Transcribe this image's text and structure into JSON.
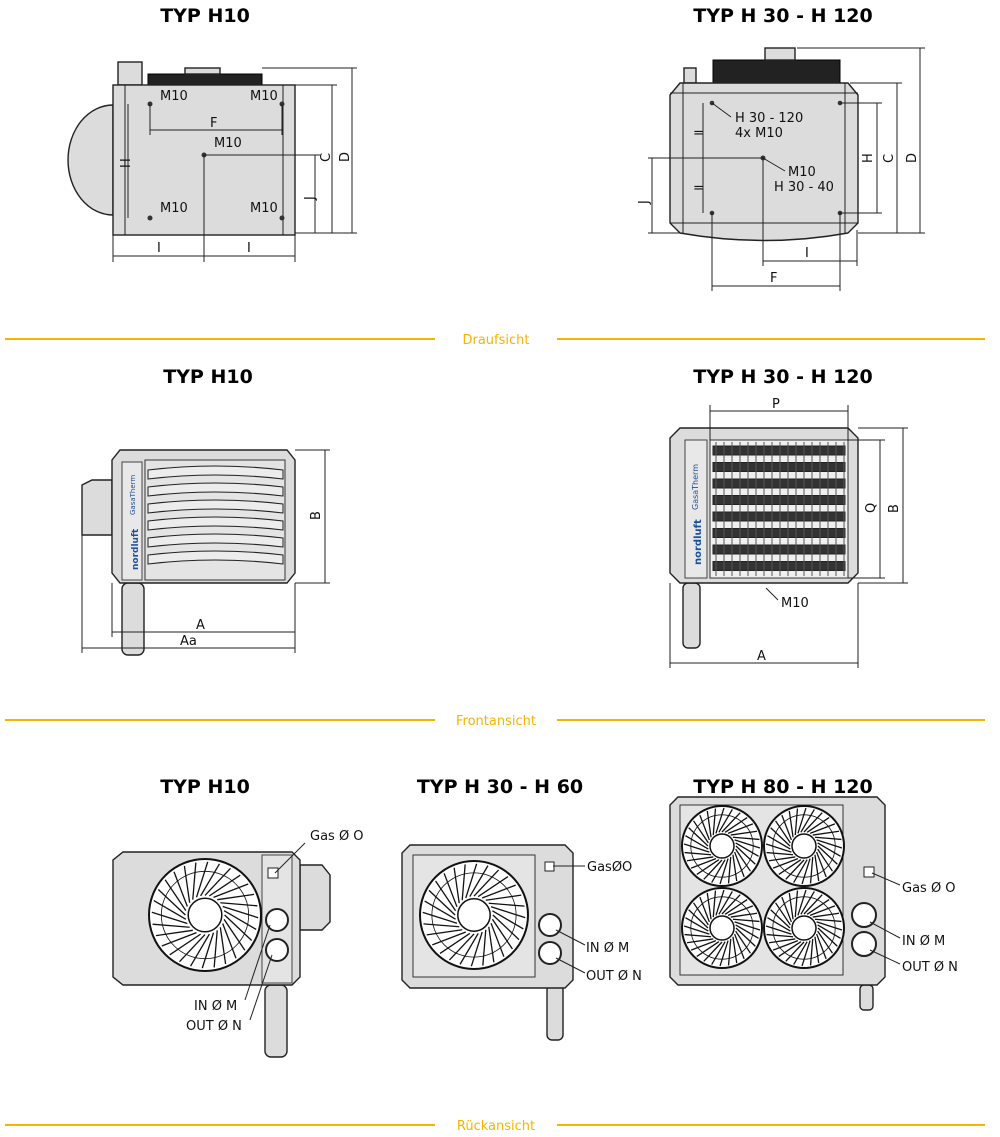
{
  "colors": {
    "accent": "#f5b400",
    "housing": "#dcdcdc",
    "line": "#222222"
  },
  "sections": {
    "top_view": {
      "label": "Draufsicht",
      "left": {
        "title": "TYP H10",
        "labels": {
          "m10": "M10",
          "f": "F",
          "h": "H",
          "i": "I",
          "j": "J",
          "c": "C",
          "d": "D"
        }
      },
      "right": {
        "title": "TYP H 30 - H 120",
        "labels": {
          "h30_120": "H 30 - 120",
          "m10x4": "4x M10",
          "m10": "M10",
          "h30_40": "H 30 - 40",
          "eq": "=",
          "h": "H",
          "c": "C",
          "d": "D",
          "j": "J",
          "i": "I",
          "f": "F"
        }
      }
    },
    "front_view": {
      "label": "Frontansicht",
      "left": {
        "title": "TYP H10",
        "labels": {
          "b": "B",
          "a": "A",
          "aa": "Aa",
          "brand": "nordluft",
          "product": "GasaTherm"
        }
      },
      "right": {
        "title": "TYP H 30 - H 120",
        "labels": {
          "p": "P",
          "q": "Q",
          "b": "B",
          "a": "A",
          "m10": "M10",
          "brand": "nordluft",
          "product": "GasaTherm"
        }
      }
    },
    "rear_view": {
      "label": "Rückansicht",
      "left": {
        "title": "TYP H10",
        "labels": {
          "gas": "Gas Ø O",
          "in": "IN Ø M",
          "out": "OUT Ø N"
        }
      },
      "middle": {
        "title": "TYP H 30 - H 60",
        "labels": {
          "gas": "GasØO",
          "in": "IN Ø M",
          "out": "OUT Ø N"
        }
      },
      "right": {
        "title": "TYP H 80 - H 120",
        "labels": {
          "gas": "Gas Ø O",
          "in": "IN Ø M",
          "out": "OUT Ø N"
        }
      }
    }
  }
}
